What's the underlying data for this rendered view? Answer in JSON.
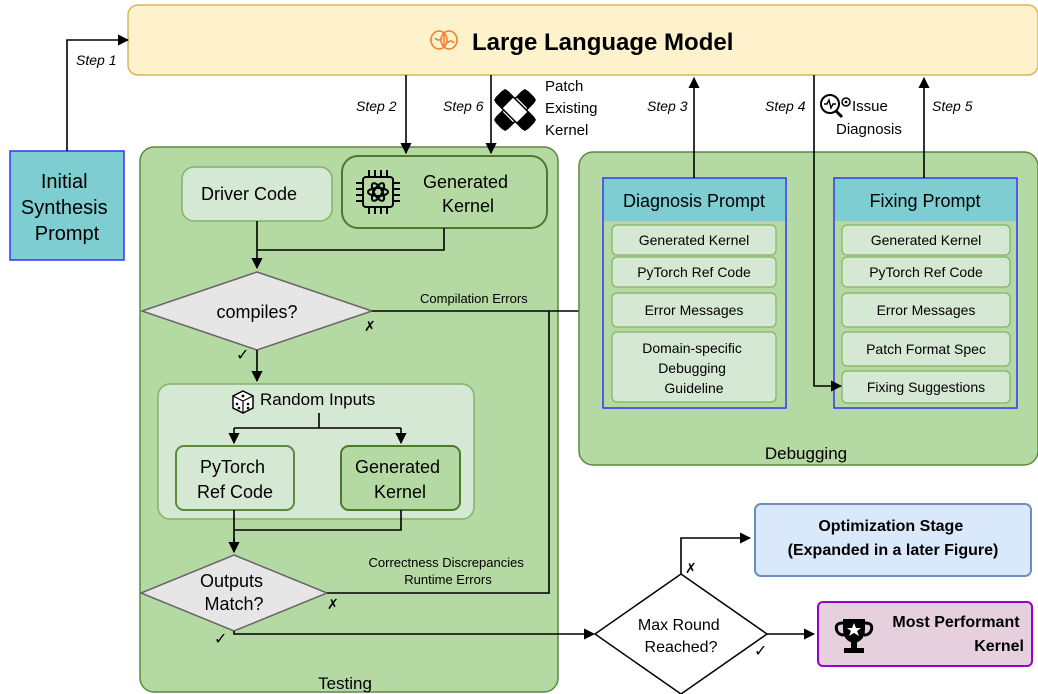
{
  "llm": {
    "title": "Large Language Model"
  },
  "initial_prompt": {
    "lines": [
      "Initial",
      "Synthesis",
      "Prompt"
    ]
  },
  "steps": {
    "step1": "Step 1",
    "step2": "Step 2",
    "step3": "Step 3",
    "step4": "Step 4",
    "step5": "Step 5",
    "step6": "Step 6"
  },
  "patch_label": {
    "lines": [
      "Patch",
      "Existing",
      "Kernel"
    ]
  },
  "issue_label": {
    "lines": [
      "Issue",
      "Diagnosis"
    ]
  },
  "testing": {
    "title": "Testing",
    "driver_code": "Driver Code",
    "generated_kernel_lines": [
      "Generated",
      "Kernel"
    ],
    "compiles_question": "compiles?",
    "compile_fail_mark": "✗",
    "compile_pass_mark": "✓",
    "random_inputs": "Random Inputs",
    "pytorch_ref_lines": [
      "PyTorch",
      "Ref Code"
    ],
    "generated_kernel2_lines": [
      "Generated",
      "Kernel"
    ],
    "outputs_match_lines": [
      "Outputs",
      "Match?"
    ],
    "match_fail_mark": "✗",
    "match_pass_mark": "✓"
  },
  "edge_labels": {
    "compilation_errors": "Compilation Errors",
    "correctness_lines": [
      "Correctness Discrepancies",
      "Runtime Errors"
    ]
  },
  "debugging": {
    "title": "Debugging",
    "diagnosis_prompt": {
      "title": "Diagnosis Prompt",
      "items": [
        "Generated Kernel",
        "PyTorch Ref Code",
        "Error Messages"
      ],
      "guideline_lines": [
        "Domain-specific",
        "Debugging",
        "Guideline"
      ]
    },
    "fixing_prompt": {
      "title": "Fixing Prompt",
      "items": [
        "Generated Kernel",
        "PyTorch Ref Code",
        "Error Messages",
        "Patch Format Spec",
        "Fixing Suggestions"
      ]
    }
  },
  "max_round": {
    "lines": [
      "Max Round",
      "Reached?"
    ],
    "no_mark": "✗",
    "yes_mark": "✓"
  },
  "optimization_stage": {
    "lines": [
      "Optimization Stage",
      "(Expanded in a later Figure)"
    ]
  },
  "most_performant": {
    "lines": [
      "Most Performant",
      "Kernel"
    ]
  },
  "colors": {
    "llm_fill": "#fdf2cc",
    "llm_stroke": "#d6b656",
    "initial_fill": "#7ecdd0",
    "initial_stroke": "#3333ff",
    "panel_fill": "#b5d9a2",
    "panel_stroke": "#5a8a3a",
    "box_fill": "#d5e8d4",
    "box_stroke": "#82b366",
    "prompt_fill": "#7ecdd0",
    "prompt_stroke": "#3333ff",
    "opt_fill": "#dae8fc",
    "opt_stroke": "#6c8ebf",
    "perf_fill": "#e6d0de",
    "perf_stroke": "#9900cc",
    "diamond_fill": "#e6e6e6",
    "diamond_stroke": "#666666"
  }
}
